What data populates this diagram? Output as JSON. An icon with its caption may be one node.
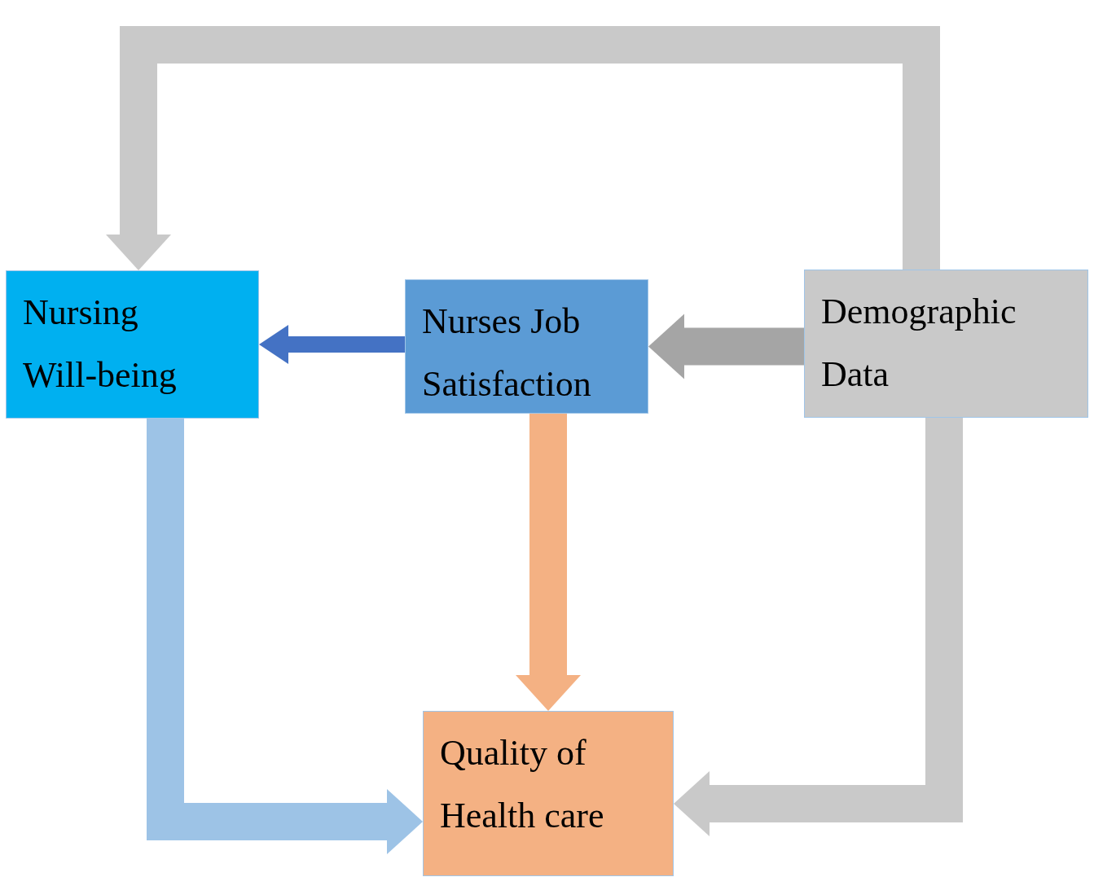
{
  "diagram": {
    "nodes": [
      {
        "text": [
          "Nursing Will-being"
        ]
      },
      {
        "text": [
          "Nurses Job Satisfaction"
        ]
      },
      {
        "text": [
          "Demographic Data"
        ]
      },
      {
        "text": [
          "Quality of Health care"
        ]
      }
    ],
    "edges": [
      {
        "from": 2,
        "to": 0,
        "arrow": "to",
        "color": "#c9c9c9"
      },
      {
        "from": 1,
        "to": 0,
        "arrow": "to",
        "color": "#4472c4"
      },
      {
        "from": 2,
        "to": 1,
        "arrow": "to",
        "color": "#a5a5a5"
      },
      {
        "from": 0,
        "to": 3,
        "arrow": "to",
        "color": "#9dc3e6"
      },
      {
        "from": 1,
        "to": 3,
        "arrow": "to",
        "color": "#f4b183"
      },
      {
        "from": 2,
        "to": 3,
        "arrow": "to",
        "color": "#c9c9c9"
      }
    ]
  }
}
